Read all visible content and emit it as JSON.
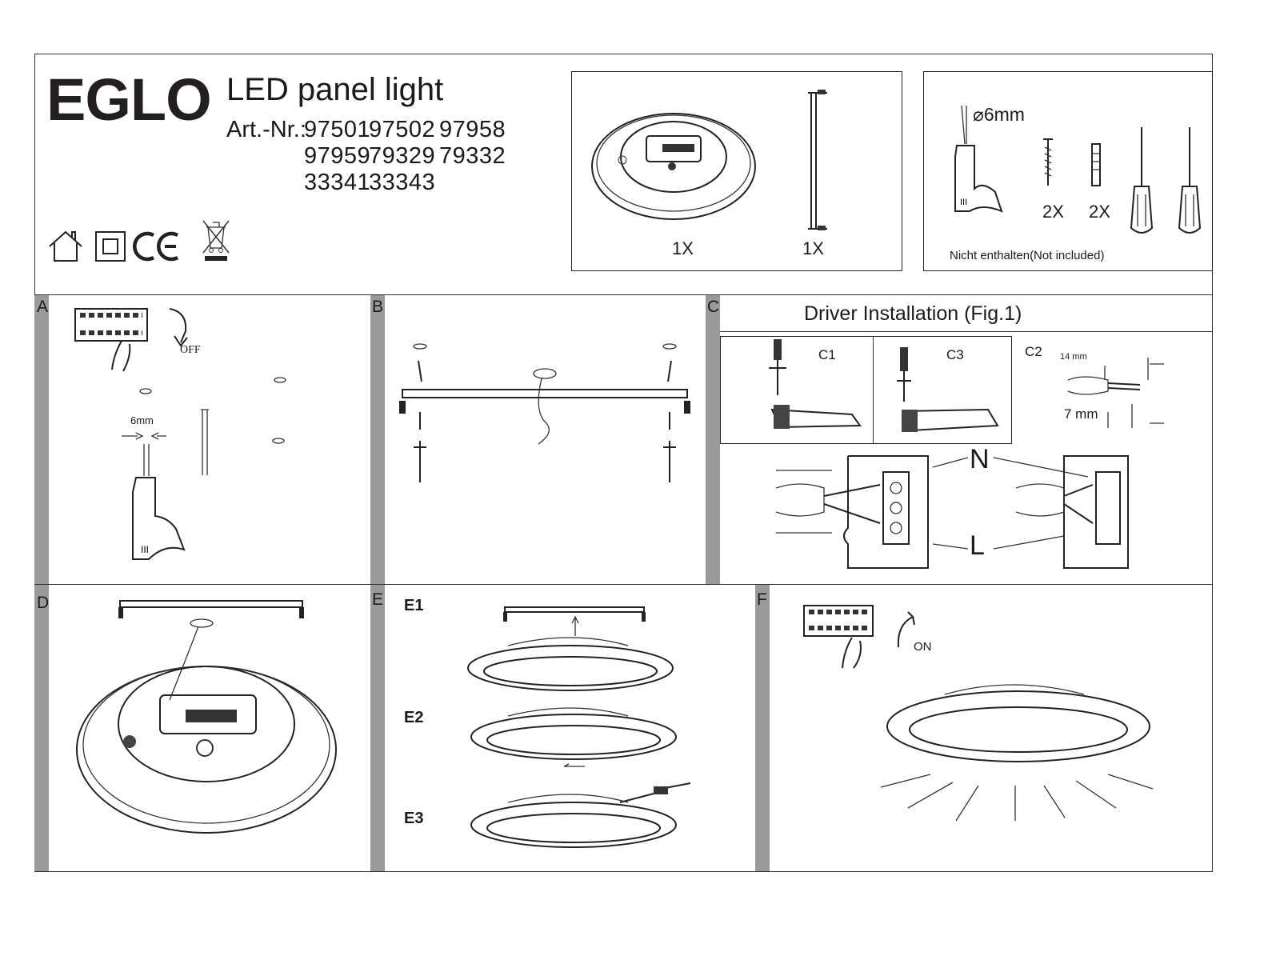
{
  "header": {
    "brand": "EGLO",
    "product_title": "LED panel light",
    "art_label": "Art.-Nr.:",
    "art_numbers": [
      "97501",
      "97502",
      "97958",
      "97959",
      "79329",
      "79332",
      "33341",
      "33343"
    ],
    "symbols": [
      "house-icon",
      "class-ii-icon",
      "ce-mark-icon",
      "weee-bin-icon"
    ]
  },
  "contents_box": {
    "item1_qty": "1X",
    "item2_qty": "1X"
  },
  "tools_box": {
    "drill_size": "⌀6mm",
    "screw_qty": "2X",
    "plug_qty": "2X",
    "note": "Nicht enthalten(Not included)"
  },
  "panels": {
    "a": {
      "letter": "A",
      "off_label": "OFF",
      "drill_label": "6mm"
    },
    "b": {
      "letter": "B"
    },
    "c": {
      "letter": "C",
      "title": "Driver Installation (Fig.1)",
      "c1": "C1",
      "c3": "C3",
      "c2": "C2",
      "dim_14": "14 mm",
      "dim_7": "7 mm",
      "n_label": "N",
      "l_label": "L"
    },
    "d": {
      "letter": "D"
    },
    "e": {
      "letter": "E",
      "e1": "E1",
      "e2": "E2",
      "e3": "E3"
    },
    "f": {
      "letter": "F",
      "on_label": "ON"
    }
  }
}
